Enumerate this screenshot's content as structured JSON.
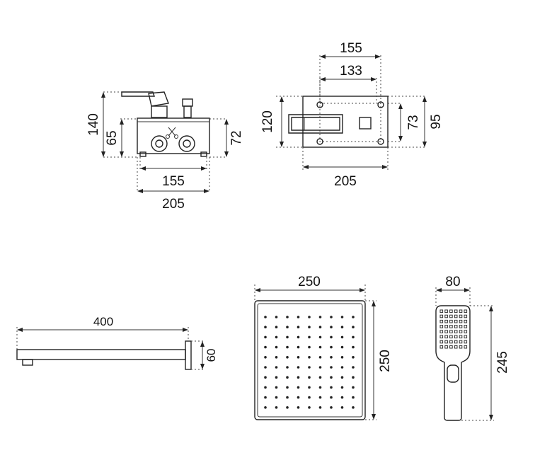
{
  "diagram": {
    "mixer_side_view": {
      "height_total": "140",
      "height_box": "65",
      "height_right": "72",
      "width_inner": "155",
      "width_outer": "205"
    },
    "mixer_front_view": {
      "width_top_outer": "155",
      "width_top_inner": "133",
      "height_left": "120",
      "height_right_inner": "73",
      "height_right_outer": "95",
      "width_bottom": "205"
    },
    "shower_arm": {
      "length": "400",
      "height": "60"
    },
    "shower_head": {
      "width": "250",
      "height": "250"
    },
    "hand_shower": {
      "width": "80",
      "length": "245"
    }
  }
}
